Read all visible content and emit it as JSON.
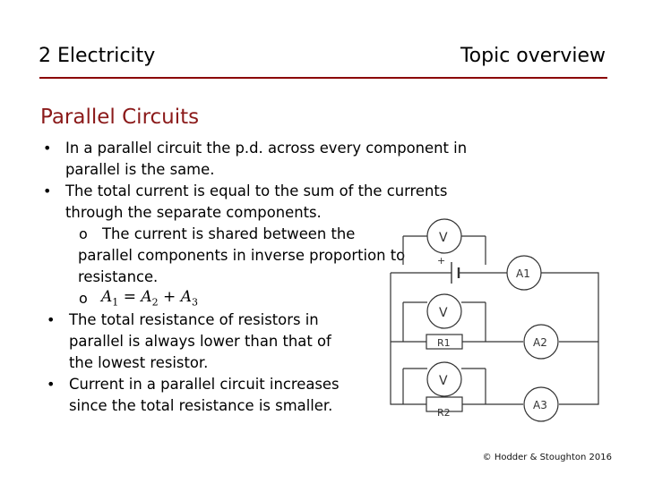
{
  "header": {
    "subject": "2 Electricity",
    "topic": "Topic overview"
  },
  "section_title": "Parallel Circuits",
  "bullets": [
    {
      "lines": [
        "In a parallel circuit the p.d. across every component in",
        "parallel is the same."
      ]
    },
    {
      "lines": [
        "The total current is equal to the sum of the currents",
        "through the separate components."
      ]
    },
    {
      "sub": {
        "marker": "o",
        "lines": [
          "The current is shared between the",
          "parallel components in inverse proportion to",
          "resistance."
        ]
      }
    },
    {
      "sub_eq": {
        "marker": "o"
      }
    },
    {
      "lines": [
        "The total resistance of resistors in",
        "parallel is always lower than that of",
        "the lowest resistor."
      ]
    },
    {
      "lines": [
        "Current in a parallel circuit increases",
        "since the total resistance is smaller."
      ]
    }
  ],
  "equation": {
    "lhs": "A",
    "lhs_sub": "1",
    "eq": "=",
    "t1": "A",
    "t1_sub": "2",
    "plus": "+",
    "t2": "A",
    "t2_sub": "3"
  },
  "circuit": {
    "voltmeter": "V",
    "plus": "+",
    "ammeters": {
      "a1": "A1",
      "a2": "A2",
      "a3": "A3"
    },
    "resistors": {
      "r1": "R1",
      "r2": "R2"
    }
  },
  "credit": "© Hodder & Stoughton 2016"
}
